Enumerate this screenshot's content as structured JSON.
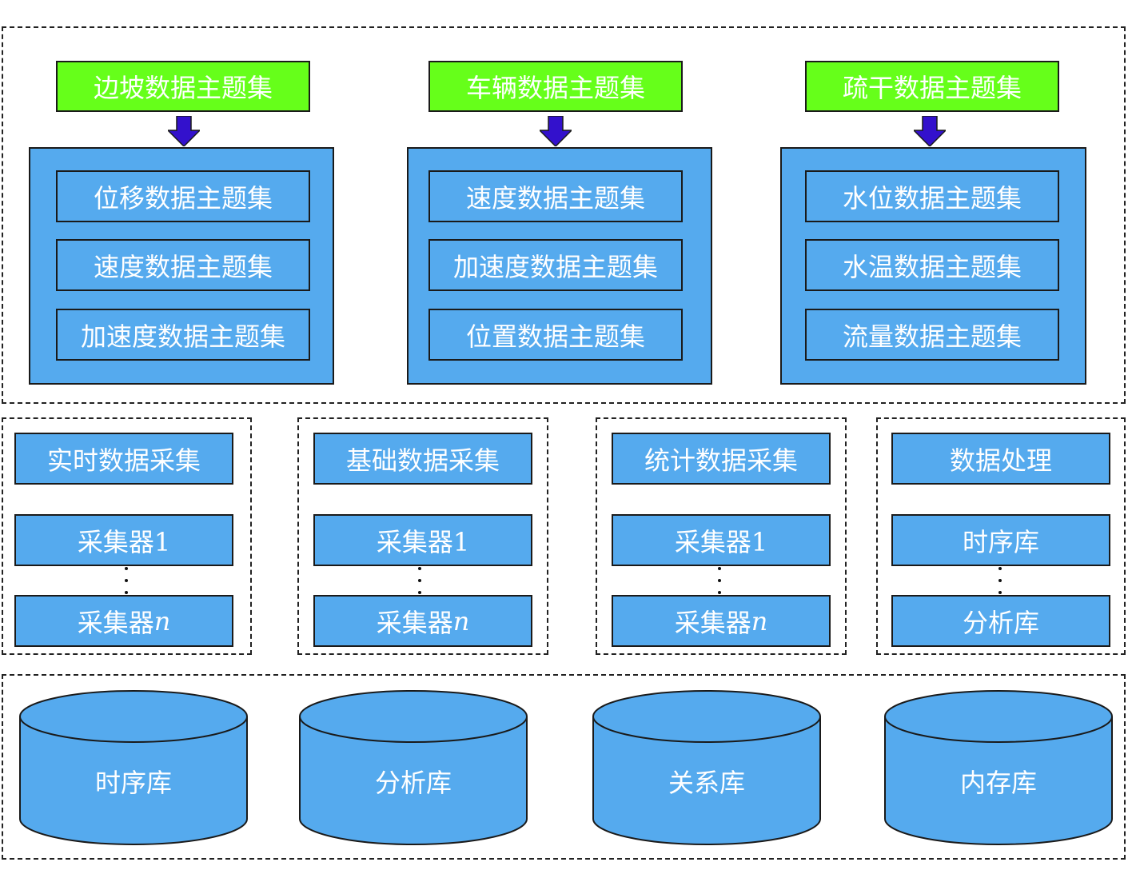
{
  "colors": {
    "topic": "#66ff1a",
    "box": "#55aaee",
    "arrow": "#3311cc",
    "border": "#1a1a1a"
  },
  "topic_layer": {
    "groups": [
      {
        "header": "边坡数据主题集",
        "items": [
          "位移数据主题集",
          "速度数据主题集",
          "加速度数据主题集"
        ]
      },
      {
        "header": "车辆数据主题集",
        "items": [
          "速度数据主题集",
          "加速度数据主题集",
          "位置数据主题集"
        ]
      },
      {
        "header": "疏干数据主题集",
        "items": [
          "水位数据主题集",
          "水温数据主题集",
          "流量数据主题集"
        ]
      }
    ]
  },
  "collect_layer": {
    "columns": [
      {
        "header": "实时数据采集",
        "first": "采集器1",
        "last_prefix": "采集器",
        "last_suffix": "n"
      },
      {
        "header": "基础数据采集",
        "first": "采集器1",
        "last_prefix": "采集器",
        "last_suffix": "n"
      },
      {
        "header": "统计数据采集",
        "first": "采集器1",
        "last_prefix": "采集器",
        "last_suffix": "n"
      },
      {
        "header": "数据处理",
        "first": "时序库",
        "last_prefix": "分析库",
        "last_suffix": ""
      }
    ]
  },
  "storage_layer": {
    "databases": [
      "时序库",
      "分析库",
      "关系库",
      "内存库"
    ]
  }
}
